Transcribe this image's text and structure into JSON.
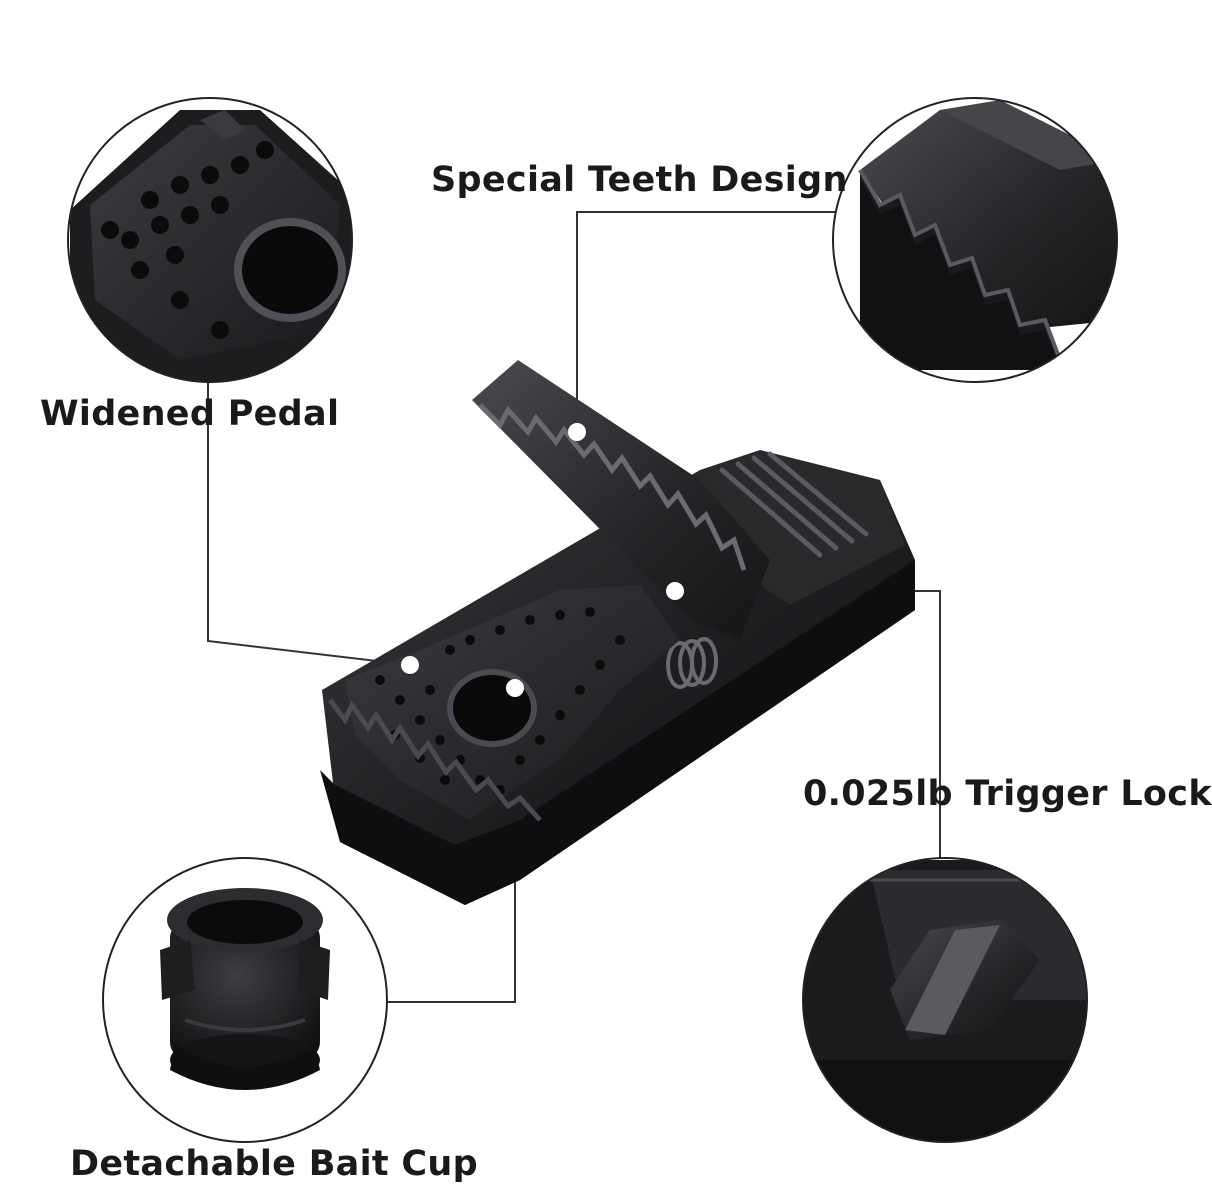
{
  "labels": {
    "teeth": "Special Teeth Design",
    "pedal": "Widened Pedal",
    "trigger": "0.025lb Trigger Lock",
    "cup": "Detachable Bait Cup"
  },
  "icons": {
    "pedal_detail": "pedal-closeup-icon",
    "teeth_detail": "teeth-closeup-icon",
    "trigger_detail": "trigger-closeup-icon",
    "cup_detail": "bait-cup-icon",
    "product": "mouse-trap-icon"
  },
  "colors": {
    "plastic_dark": "#1c1c1e",
    "plastic_mid": "#2e2e31",
    "plastic_light": "#55555a",
    "leader": "#333333",
    "label": "#1a1a1a"
  }
}
